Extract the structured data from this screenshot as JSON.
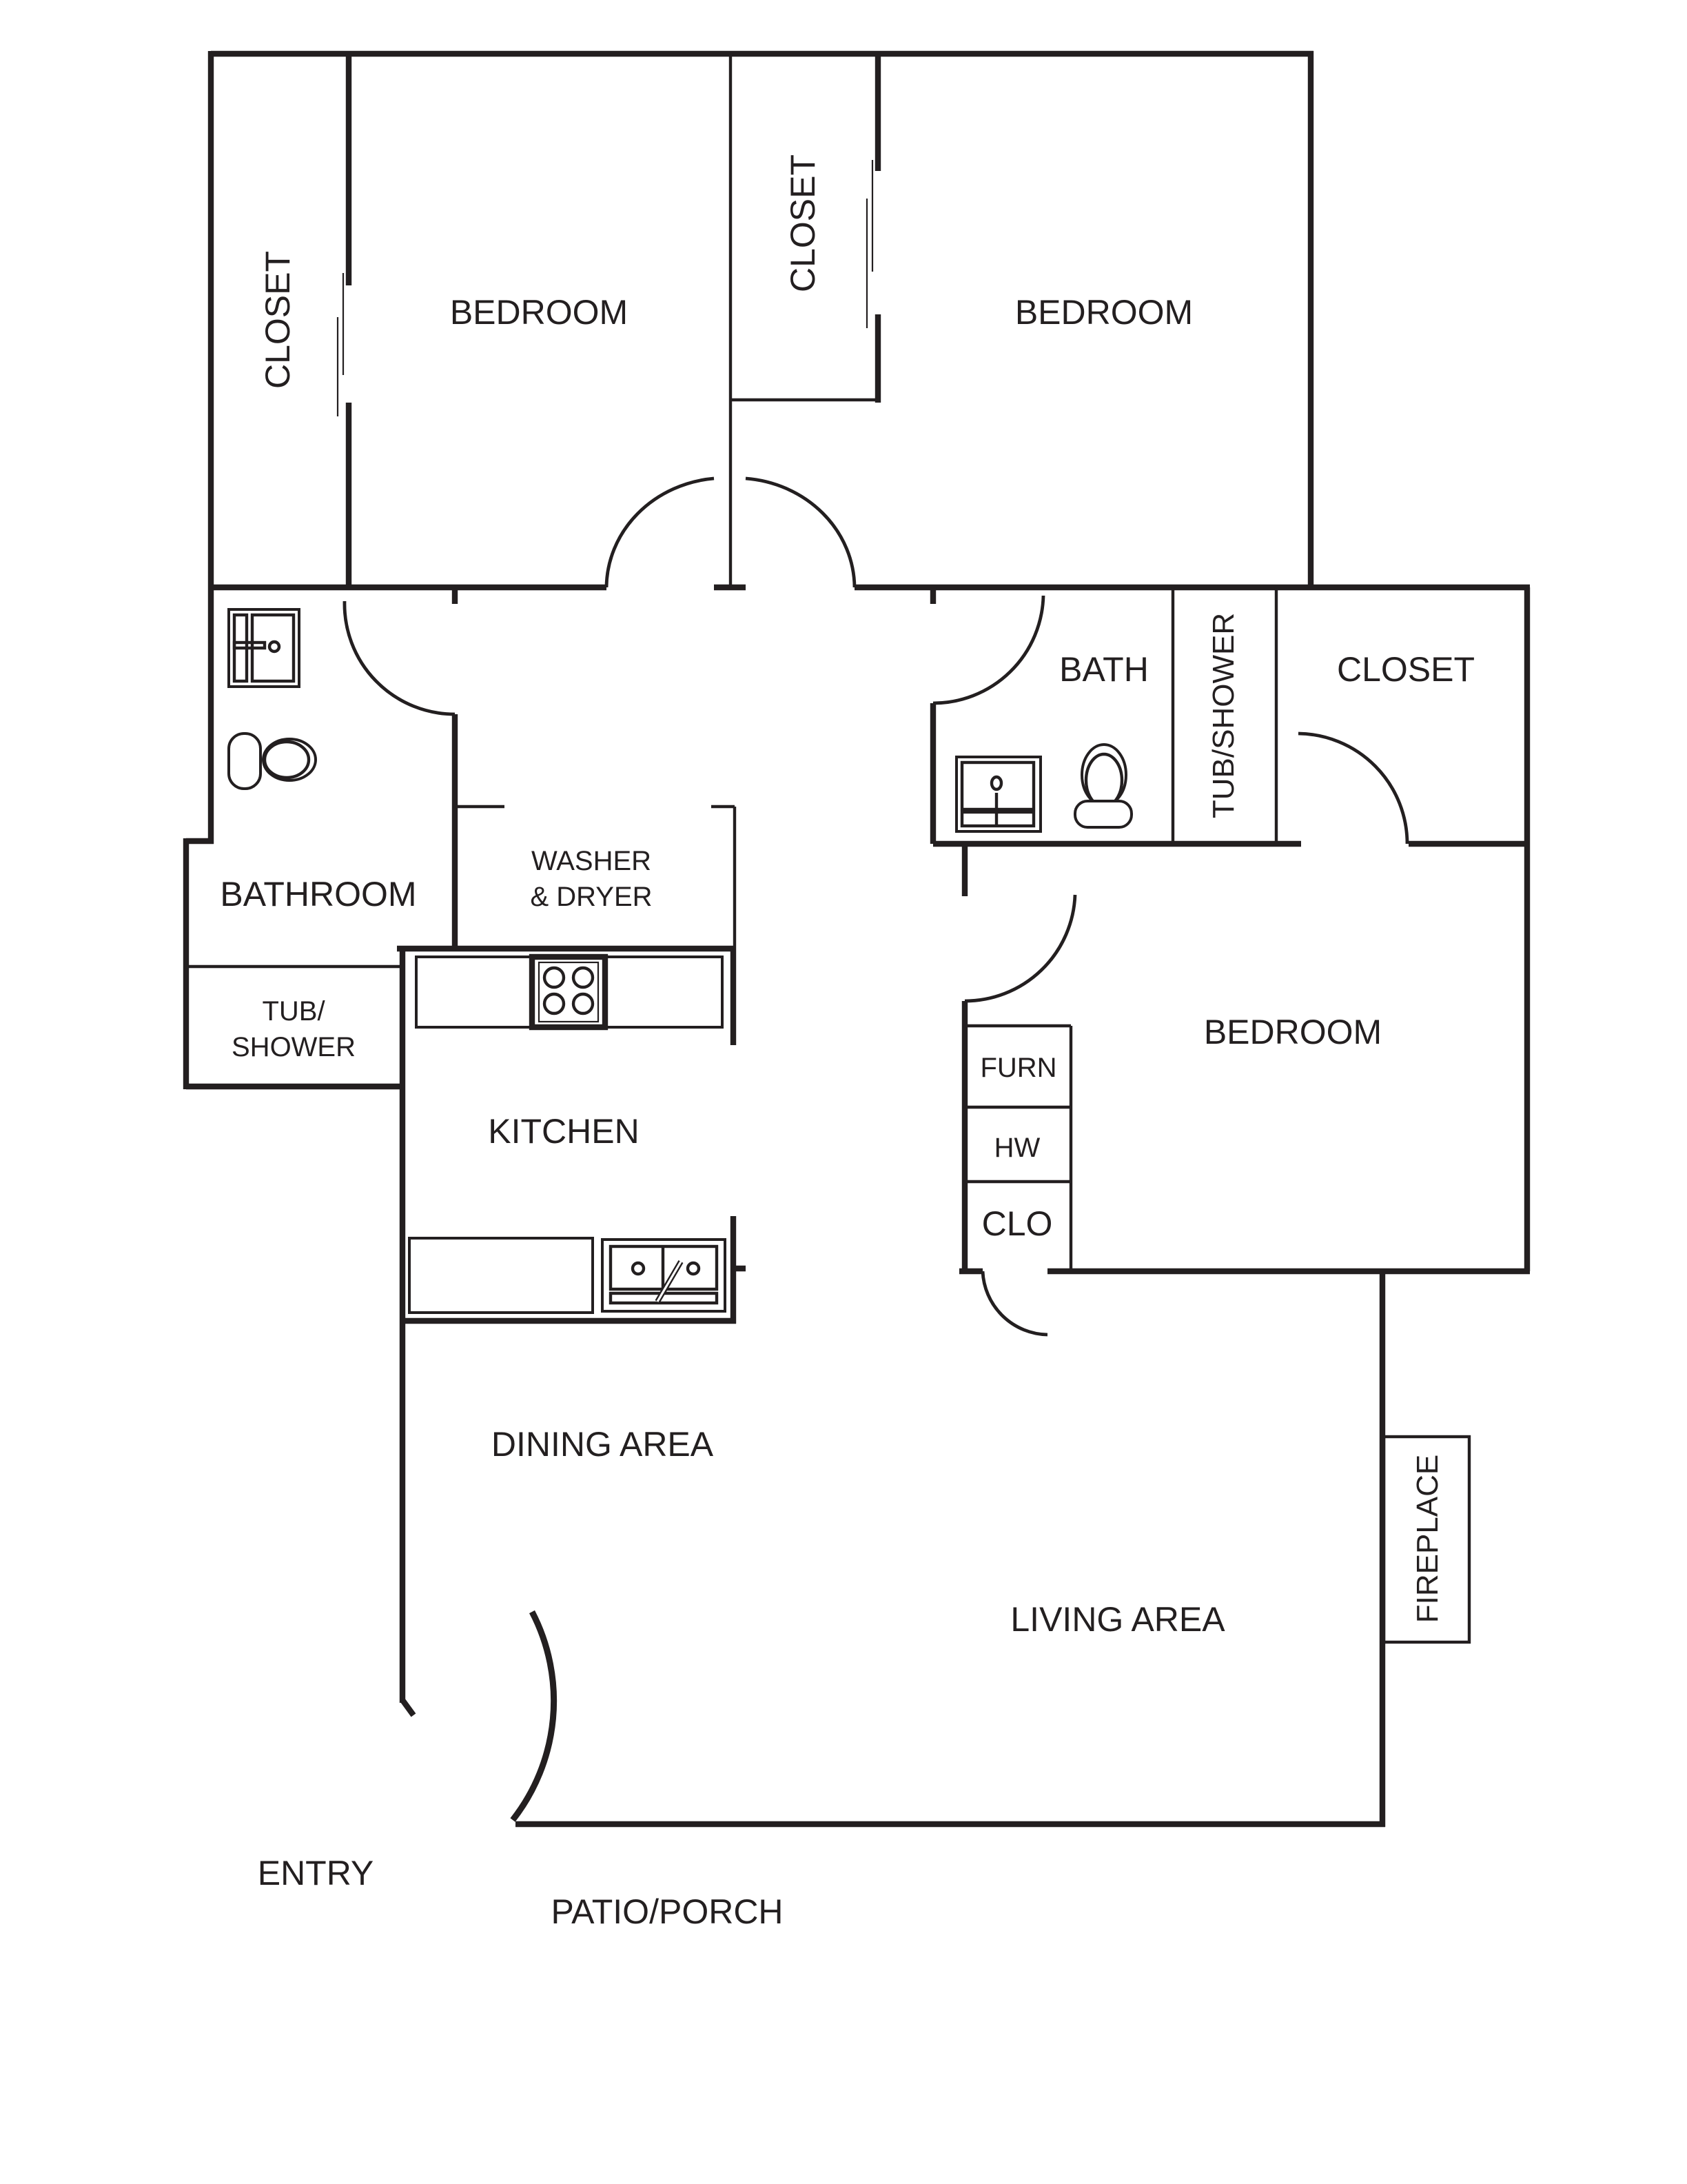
{
  "plan": {
    "title": "Three bedroom floor plan",
    "line_color": "#231f20",
    "background": "#ffffff"
  },
  "rooms": {
    "closet_nw": "CLOSET",
    "bedroom_nw": "BEDROOM",
    "closet_n": "CLOSET",
    "bedroom_ne": "BEDROOM",
    "bathroom_w": "BATHROOM",
    "tub_shower_w_line1": "TUB/",
    "tub_shower_w_line2": "SHOWER",
    "washer_dryer_line1": "WASHER",
    "washer_dryer_line2": "& DRYER",
    "kitchen": "KITCHEN",
    "bath_e": "BATH",
    "tub_shower_e": "TUB/SHOWER",
    "closet_e": "CLOSET",
    "bedroom_e": "BEDROOM",
    "furn": "FURN",
    "hw": "HW",
    "clo": "CLO",
    "dining_area": "DINING AREA",
    "living_area": "LIVING AREA",
    "fireplace": "FIREPLACE",
    "entry": "ENTRY",
    "patio_porch": "PATIO/PORCH"
  }
}
